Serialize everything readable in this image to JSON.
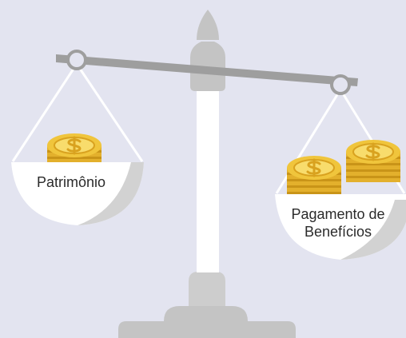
{
  "illustration": {
    "left_pan": {
      "label": "Patrimônio",
      "coin_stacks": 1,
      "icon": "dollar-coin-stack-icon"
    },
    "right_pan": {
      "label_line1": "Pagamento de",
      "label_line2": "Benefícios",
      "coin_stacks": 2,
      "icon": "dollar-coin-stack-icon"
    },
    "colors": {
      "background": "#e3e4f0",
      "scale_metal": "#c4c4c4",
      "scale_metal_dark": "#a9a9a9",
      "scale_post": "#ffffff",
      "pan": "#ffffff",
      "pan_shadow": "#d2d2d2",
      "coin_gold": "#f0c53c",
      "coin_dark": "#d9a21f",
      "coin_light": "#f8dc6c"
    }
  }
}
